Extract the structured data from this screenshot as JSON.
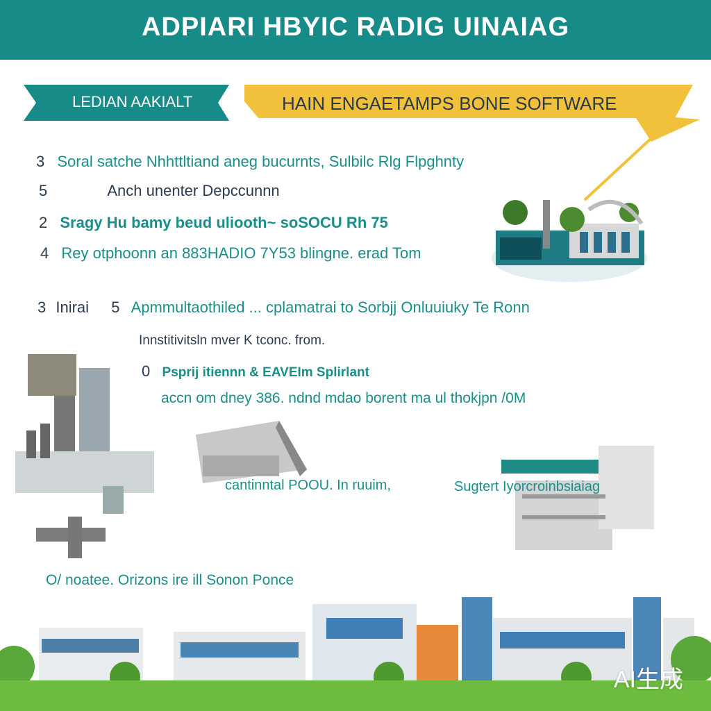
{
  "header": {
    "title": "ADPIARI HBYIC RADIG  UINAIAG"
  },
  "banners": {
    "left_text": "LEDIAN AAKIALT",
    "right_text": "HAIN  ENGAETAMPS BONE SOFTWARE"
  },
  "list_one": [
    {
      "num": "3",
      "text": "Soral  satche Nhhttltiand aneg bucurnts, Sulbilc Rlg Flpghnty"
    },
    {
      "num": "5",
      "text": "Anch unenter Depccunnn"
    },
    {
      "num": "2",
      "text": "Sragy  Hu bamy beud uliooth~ soSOCU Rh 75"
    },
    {
      "num": "4",
      "text": "Rey otphoonn an 883HADIO 7Y53 blingne. erad Tom"
    }
  ],
  "list_two": {
    "num_a": "3",
    "label_a": "Inirai",
    "num_b": "5",
    "text_b": "Apmmultaothiled ...  cplamatrai to Sorbjj  Onluuiuky Te Ronn",
    "sub1": "Innstitivitsln mver K tconc. from.",
    "sub2_num": "0",
    "sub2": "Psprij itiennn & EAVEIm Splirlant",
    "sub3": "accn om dney 386. ndnd mdao borent ma ul thokjpn /0M"
  },
  "captions": {
    "center": "cantinntal POOU. In    ruuim,",
    "right": "Sugtert Iyorcroinbsiaiag",
    "bottom": "O/  noatee.  Orizons ire ill Sonon Ponce"
  },
  "watermark": "AI生成"
}
